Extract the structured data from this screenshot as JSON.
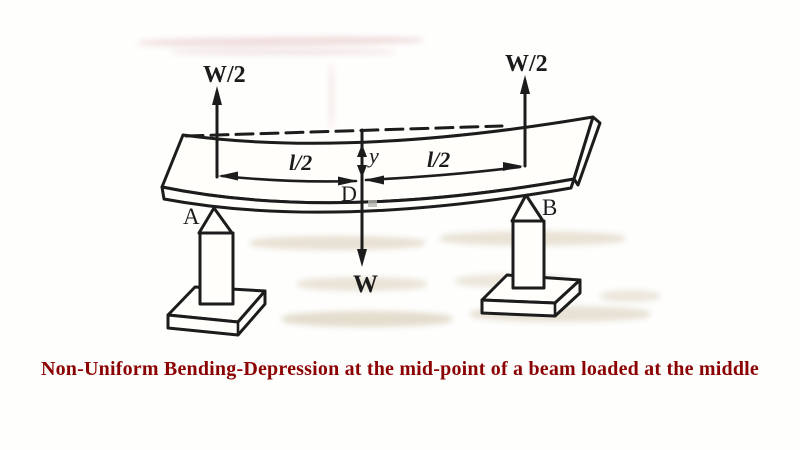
{
  "page": {
    "background": "#fefefd",
    "caption": {
      "text": "Non-Uniform Bending-Depression at the mid-point of a beam loaded at the middle",
      "color": "#8b0000"
    }
  },
  "diagram": {
    "ink_color": "#1c1c1c",
    "labels": {
      "reaction_left": "W/2",
      "reaction_right": "W/2",
      "load_center": "W",
      "support_left": "A",
      "support_right": "B",
      "mid_point": "D",
      "half_span_left": "l/2",
      "half_span_right": "l/2",
      "depression": "y"
    }
  }
}
